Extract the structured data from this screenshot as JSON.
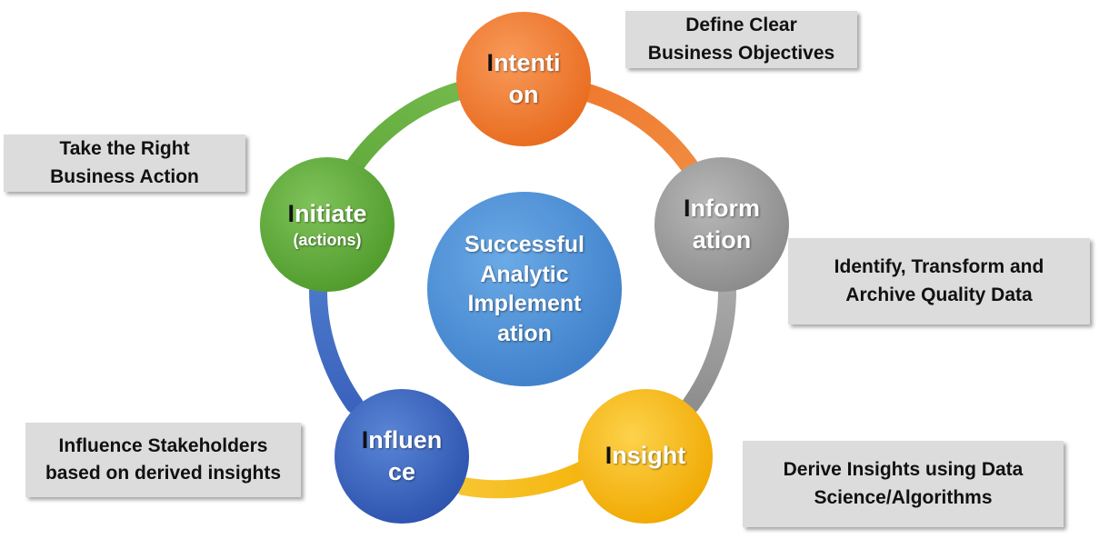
{
  "center": {
    "lines": [
      "Successful",
      "Analytic",
      "Implement",
      "ation"
    ]
  },
  "nodes": [
    {
      "key": "intention",
      "first": "I",
      "rest1": "ntenti",
      "line2": "on",
      "color": "#ef7a2e"
    },
    {
      "key": "information",
      "first": "I",
      "rest1": "nform",
      "line2": "ation",
      "color": "#9c9c9c"
    },
    {
      "key": "insight",
      "first": "I",
      "rest1": "nsight",
      "line2": "",
      "color": "#f5b50e"
    },
    {
      "key": "influence",
      "first": "I",
      "rest1": "nfluen",
      "line2": "ce",
      "color": "#3b63bd"
    },
    {
      "key": "initiate",
      "first": "I",
      "rest1": "nitiate",
      "line2": "(actions)",
      "color": "#62ab3d"
    }
  ],
  "notes": {
    "intention": [
      "Define Clear",
      "Business Objectives"
    ],
    "information": [
      "Identify, Transform and",
      "Archive Quality Data"
    ],
    "insight": [
      "Derive Insights using Data",
      "Science/Algorithms"
    ],
    "influence": [
      "Influence Stakeholders",
      "based on derived insights"
    ],
    "initiate": [
      "Take the Right",
      "Business Action"
    ]
  },
  "colors": {
    "center": "#4f8fd3",
    "note_bg": "#dcdcdc"
  }
}
